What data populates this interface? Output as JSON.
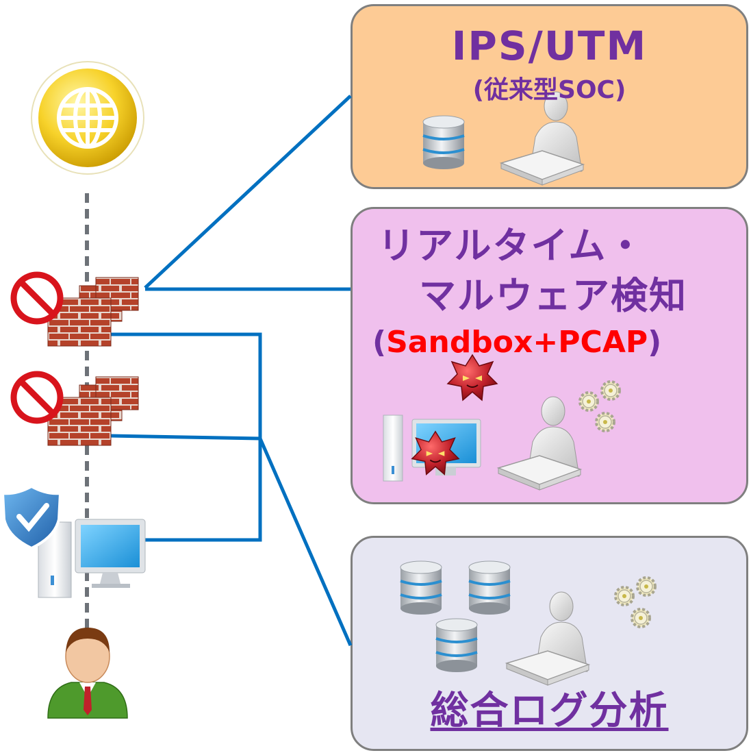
{
  "ips_box": {
    "title": "IPS/UTM",
    "subtitle": "(従来型SOC)"
  },
  "realtime_box": {
    "line1": "リアルタイム・",
    "line2": "マルウェア検知",
    "open_paren": "(",
    "sandbox": "Sandbox+PCAP",
    "close_paren": ")"
  },
  "log_box": {
    "title": "総合ログ分析"
  },
  "colors": {
    "ips_fill": "#fdcb95",
    "realtime_fill": "#f0c0ed",
    "log_fill": "#e6e6f2",
    "title_purple": "#7030a0",
    "sandbox_red": "#ff0000",
    "connector_blue": "#0070c0",
    "chain_gray": "#6d7278"
  },
  "icons": [
    "globe-icon",
    "firewall-icon",
    "no-entry-icon",
    "shield-icon",
    "pc-icon",
    "user-icon",
    "database-icon",
    "analyst-icon",
    "malware-icon",
    "gears-icon"
  ]
}
